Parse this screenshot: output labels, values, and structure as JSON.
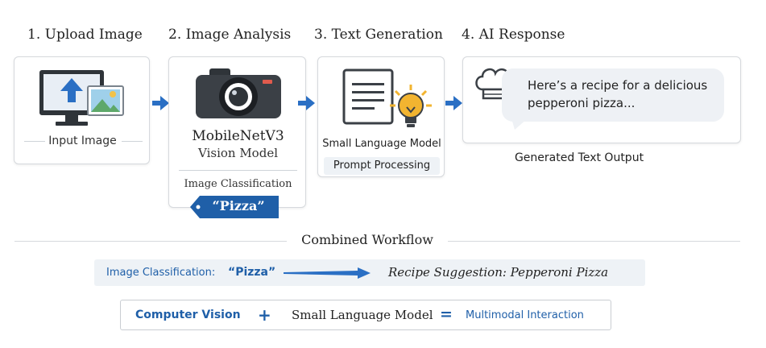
{
  "steps": {
    "upload": {
      "title": "1. Upload Image",
      "caption": "Input Image"
    },
    "analysis": {
      "title": "2. Image Analysis",
      "model_name": "MobileNetV3",
      "model_subtitle": "Vision Model",
      "task": "Image Classification",
      "result": "“Pizza”"
    },
    "generation": {
      "title": "3. Text Generation",
      "model_name": "Small Language Model",
      "task": "Prompt Processing"
    },
    "response": {
      "title": "4. AI Response",
      "bubble_line1": "Here’s a recipe for a delicious",
      "bubble_line2": "pepperoni pizza...",
      "caption": "Generated Text Output"
    }
  },
  "workflow": {
    "heading": "Combined Workflow",
    "classification_label": "Image Classification:",
    "classification_value": "“Pizza”",
    "suggestion": "Recipe Suggestion: Pepperoni Pizza",
    "equation": {
      "term1": "Computer Vision",
      "plus": "+",
      "term2": "Small Language Model",
      "equals": "=",
      "result": "Multimodal Interaction"
    }
  },
  "colors": {
    "accent_blue": "#1f5fa8",
    "arrow_blue": "#2a6fc4",
    "bulb_yellow": "#f2b430",
    "panel_bg": "#eef2f6"
  },
  "icons": [
    "monitor-upload-icon",
    "camera-icon",
    "document-icon",
    "lightbulb-icon",
    "chef-hat-icon"
  ]
}
